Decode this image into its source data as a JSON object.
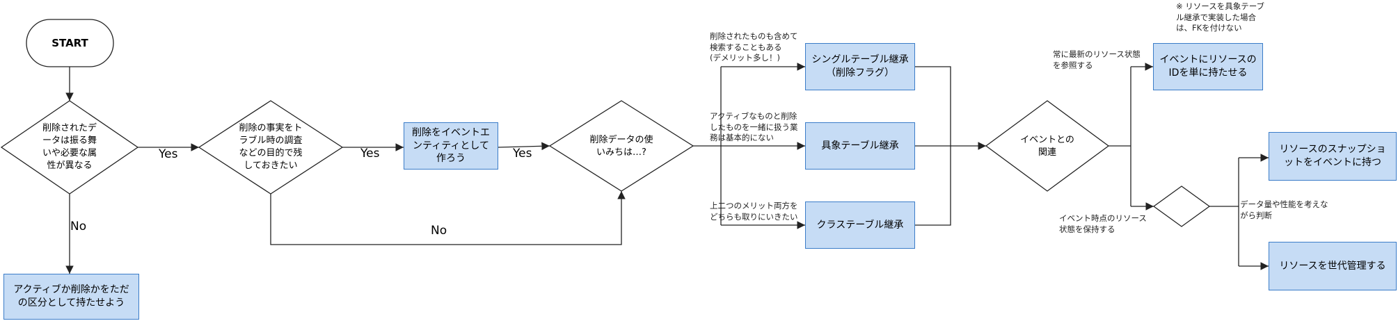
{
  "nodes": {
    "start": "START",
    "q_behavior": "削除されたデ\nータは振る舞\nいや必要な属\n性が異なる",
    "box_flag": "アクティブか削除かをただ\nの区分として持たせよう",
    "q_history": "削除の事実をト\nラブル時の調査\nなどの目的で残\nしておきたい",
    "box_event": "削除をイベントエ\nンティティとして\n作ろう",
    "q_usage": "削除データの使\nいみちは…?",
    "box_single": "シングルテーブル継承\n（削除フラグ）",
    "box_concrete": "具象テーブル継承",
    "box_class": "クラステーブル継承",
    "q_relation": "イベントとの\n関連",
    "box_id": "イベントにリソースの\nIDを単に持たせる",
    "box_snapshot": "リソースのスナップショ\nットをイベントに持つ",
    "box_version": "リソースを世代管理する"
  },
  "edge_labels": {
    "yes1": "Yes",
    "yes2": "Yes",
    "yes3": "Yes",
    "no1": "No",
    "no2": "No"
  },
  "notes": {
    "single": "削除されたものも含めて\n検索することもある\n(デメリット多し！)",
    "concrete": "アクティブなものと削除\nしたものを一緒に扱う業\n務は基本的にない",
    "class": "上二つのメリット両方を\nどちらも取りにいきたい",
    "fk": "※ リソースを具象テーブ\nル継承で実装した場合\nは、FKを付けない",
    "latest": "常に最新のリソース状態\nを参照する",
    "snapshot_state": "イベント時点のリソース\n状態を保持する",
    "perf": "データ量や性能を考えな\nがら判断"
  },
  "colors": {
    "box_fill": "#c6dcf5",
    "box_border": "#3a7cc8",
    "line": "#222222"
  }
}
